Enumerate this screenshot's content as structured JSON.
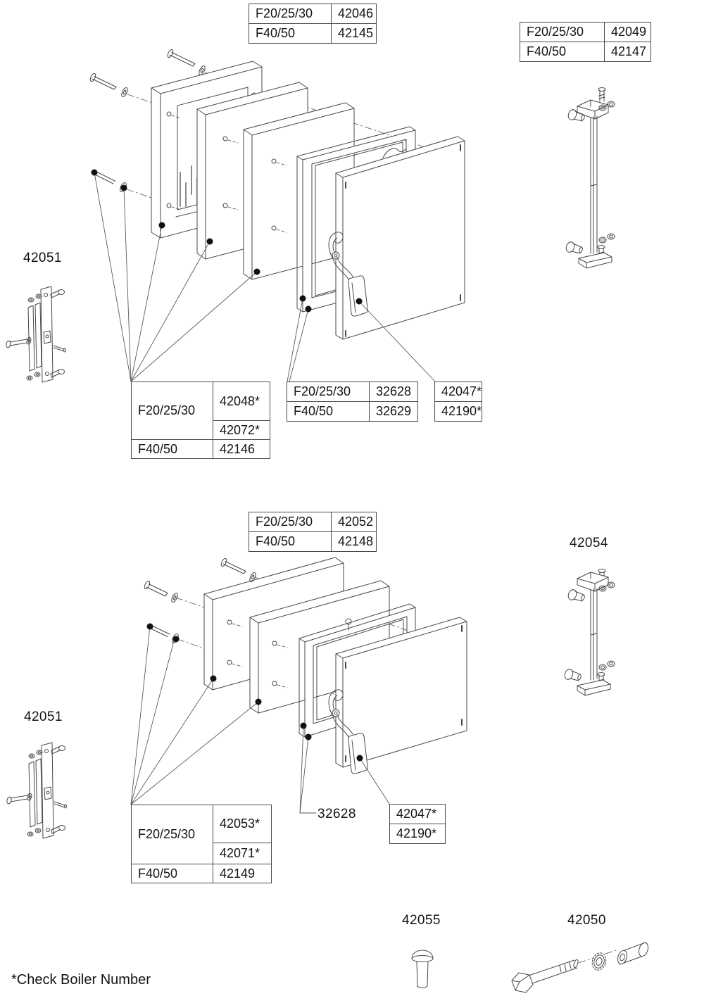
{
  "footnote": "*Check Boiler Number",
  "labels": {
    "hinge_kit_top": "42051",
    "hinge_kit_bottom": "42051",
    "hinge_rod_lower": "42054",
    "rivet": "42055",
    "hinge_bolt_kit": "42050",
    "door_seal_lower": "32628"
  },
  "tables": {
    "cover_upper": {
      "rows": [
        [
          "F20/25/30",
          "42046"
        ],
        [
          "F40/50",
          "42145"
        ]
      ]
    },
    "hinge_rod_upper": {
      "rows": [
        [
          "F20/25/30",
          "42049"
        ],
        [
          "F40/50",
          "42147"
        ]
      ]
    },
    "insulation_upper": {
      "model_a": "F20/25/30",
      "parts_a": [
        "42048*",
        "42072*"
      ],
      "model_b": "F40/50",
      "part_b": "42146"
    },
    "seal_upper": {
      "rows": [
        [
          "F20/25/30",
          "32628"
        ],
        [
          "F40/50",
          "32629"
        ]
      ]
    },
    "handle_upper": {
      "parts": [
        "42047*",
        "42190*"
      ]
    },
    "cover_lower": {
      "rows": [
        [
          "F20/25/30",
          "42052"
        ],
        [
          "F40/50",
          "42148"
        ]
      ]
    },
    "insulation_lower": {
      "model_a": "F20/25/30",
      "parts_a": [
        "42053*",
        "42071*"
      ],
      "model_b": "F40/50",
      "part_b": "42149"
    },
    "handle_lower": {
      "parts": [
        "42047*",
        "42190*"
      ]
    }
  }
}
